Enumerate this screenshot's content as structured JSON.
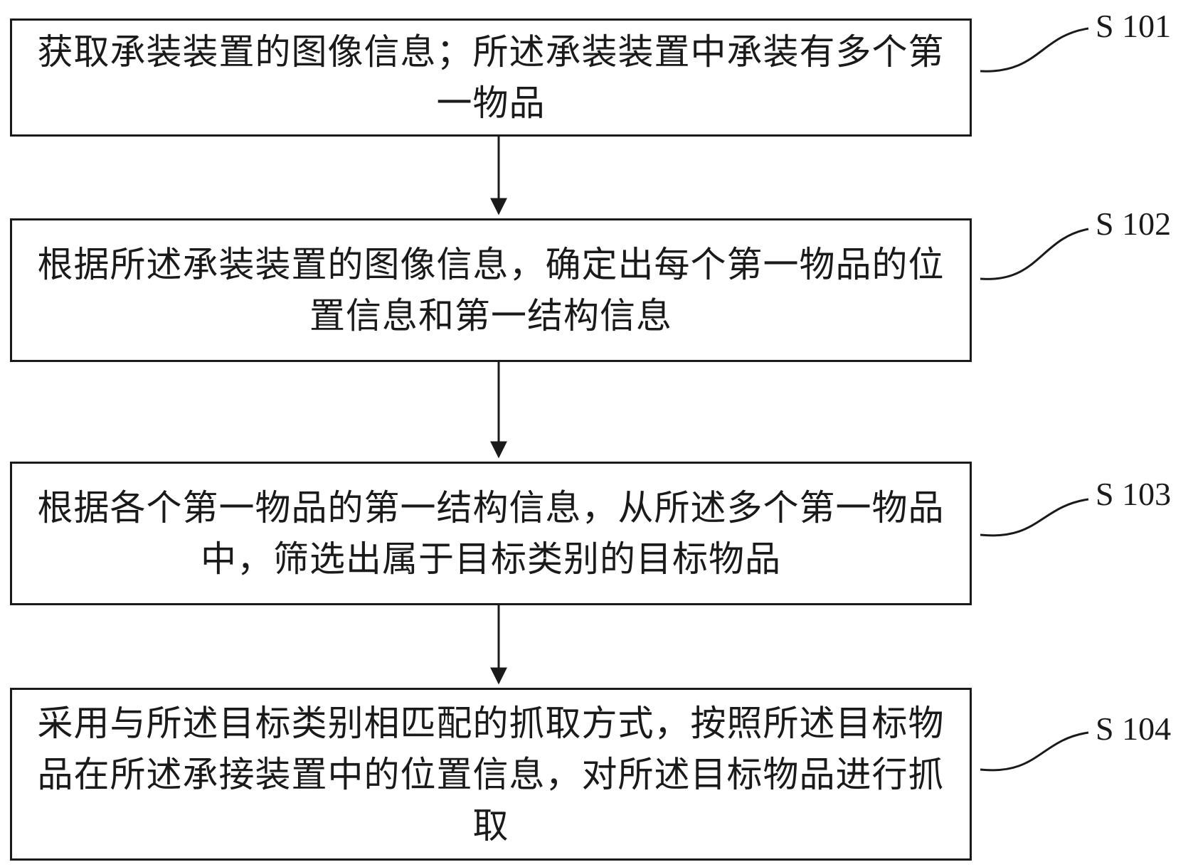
{
  "steps": [
    {
      "id": "S 101",
      "text": "获取承装装置的图像信息；所述承装装置中承装有多个第一物品"
    },
    {
      "id": "S 102",
      "text": "根据所述承装装置的图像信息，确定出每个第一物品的位置信息和第一结构信息"
    },
    {
      "id": "S 103",
      "text": "根据各个第一物品的第一结构信息，从所述多个第一物品中，筛选出属于目标类别的目标物品"
    },
    {
      "id": "S 104",
      "text": "采用与所述目标类别相匹配的抓取方式，按照所述目标物品在所述承接装置中的位置信息，对所述目标物品进行抓取"
    }
  ]
}
